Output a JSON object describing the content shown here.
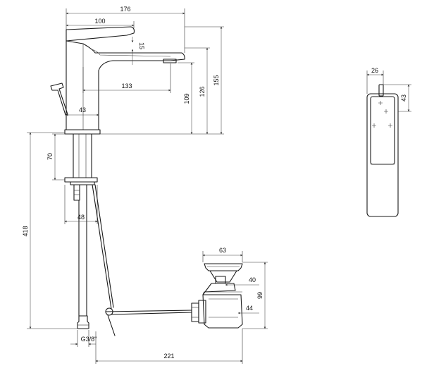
{
  "dimensions": {
    "spout_length": "176",
    "handle_length": "100",
    "spout_height_offset": "15",
    "spout_reach": "133",
    "outlet_height": "109",
    "spout_top_height": "126",
    "total_height": "155",
    "body_diameter": "43",
    "mount_depth": "70",
    "nut_width": "48",
    "hose_length": "418",
    "hose_thread": "G3/8\"",
    "pull_rod_length": "221",
    "waste_flange_diameter": "63",
    "waste_neck_diameter": "40",
    "waste_outlet_diameter": "44",
    "waste_height": "99",
    "handle_side_width": "26",
    "handle_side_height": "43"
  },
  "colors": {
    "line": "#1a1a1a",
    "background": "#ffffff"
  }
}
